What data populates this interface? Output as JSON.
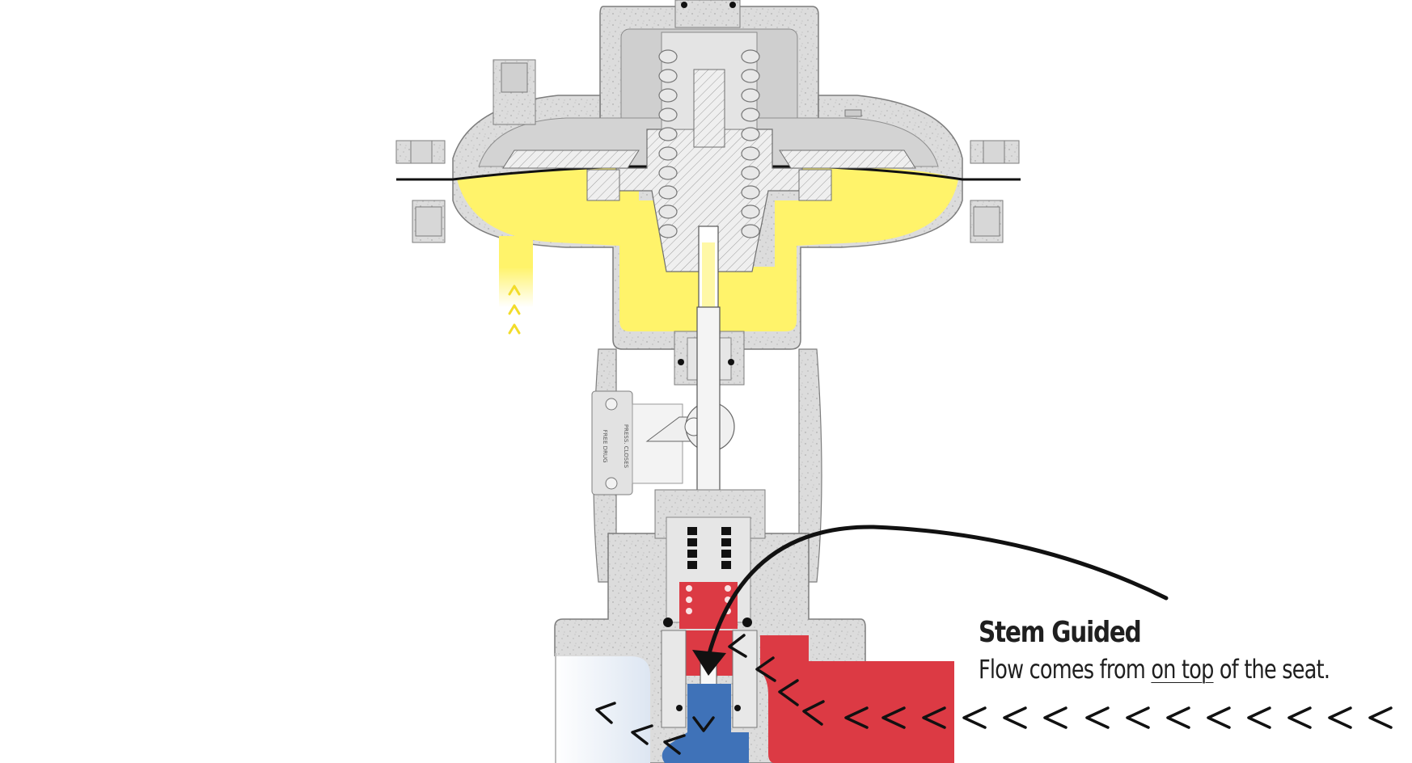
{
  "caption": {
    "title": "Stem Guided",
    "desc_before": "Flow comes from ",
    "desc_emphasis": "on top",
    "desc_after": " of the seat."
  },
  "plate": {
    "left": "FREE DRUG",
    "right": "PRESS. CLOSES"
  },
  "colors": {
    "body": "#dcdcdc",
    "body_dark": "#c9c9c9",
    "chamber": "#d4d4d4",
    "metal": "#ececec",
    "pressure": "#fff36a",
    "inlet": "#dc3a44",
    "outlet": "#3f72b8",
    "arrow": "#111111"
  },
  "icons": {
    "vent_arrows": "chevron-up-icon",
    "inlet_arrows": "chevron-left-icon",
    "outlet_arrows": "chevron-down-left-icon",
    "callout": "curved-arrow-icon"
  }
}
